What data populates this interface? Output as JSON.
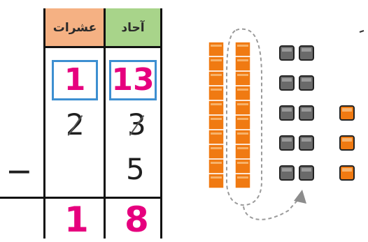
{
  "table": {
    "header_tens": "عشرات",
    "header_ones": "آحاد",
    "regroup_tens": "1",
    "regroup_ones": "13",
    "top_tens": "2",
    "top_ones": "3",
    "sub_ones": "5",
    "operator": "−",
    "result_tens": "1",
    "result_ones": "8"
  },
  "blocks": {
    "rod_color": "#f07a12",
    "unit_color": "#f07a12",
    "gray_unit_color": "#6a6a6a",
    "rods": 2,
    "cubes_per_rod": 10,
    "gray_units": 10,
    "orange_units": 3
  }
}
